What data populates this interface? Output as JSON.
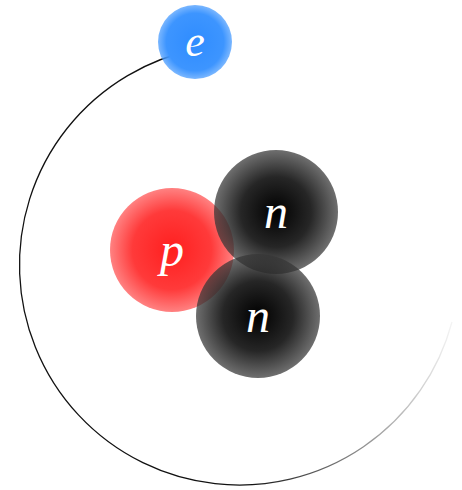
{
  "diagram": {
    "nodes": [
      {
        "text": [
          "e"
        ]
      },
      {
        "text": [
          "p"
        ]
      },
      {
        "text": [
          "n"
        ]
      },
      {
        "text": [
          "n"
        ]
      }
    ]
  }
}
